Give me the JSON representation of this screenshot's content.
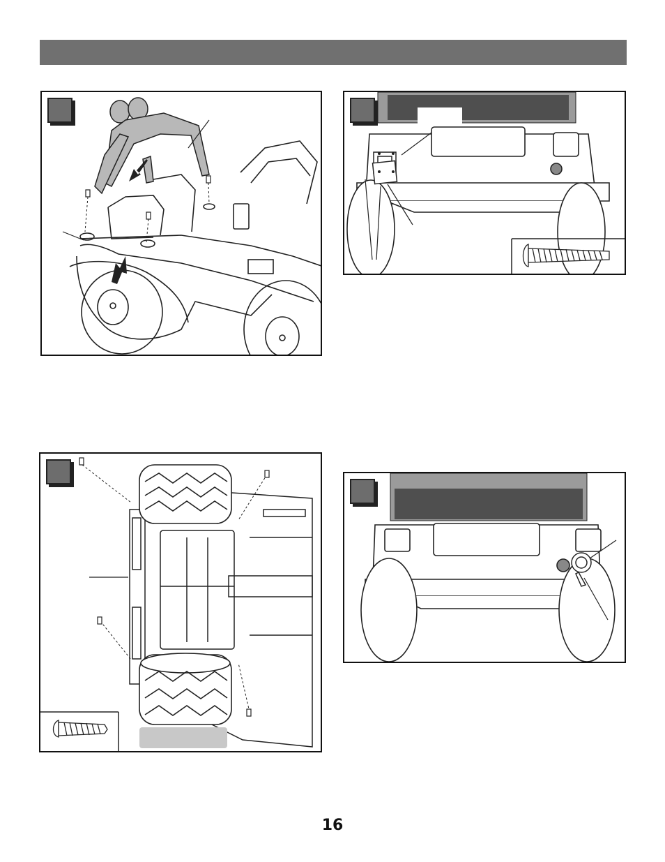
{
  "page": {
    "number": "16"
  },
  "steps": [
    {
      "id": "step-a",
      "label": ""
    },
    {
      "id": "step-b",
      "label": ""
    },
    {
      "id": "step-c",
      "label": ""
    },
    {
      "id": "step-d",
      "label": ""
    }
  ],
  "icons": [
    "roll-bar",
    "seat",
    "fender",
    "tail-light",
    "rear-tire",
    "screw",
    "battery-plate",
    "headlight-connector"
  ],
  "colors": {
    "header": "#707070",
    "step_square": "#6d6d6d",
    "ink": "#111111",
    "part_shade": "#b5b5b5"
  }
}
